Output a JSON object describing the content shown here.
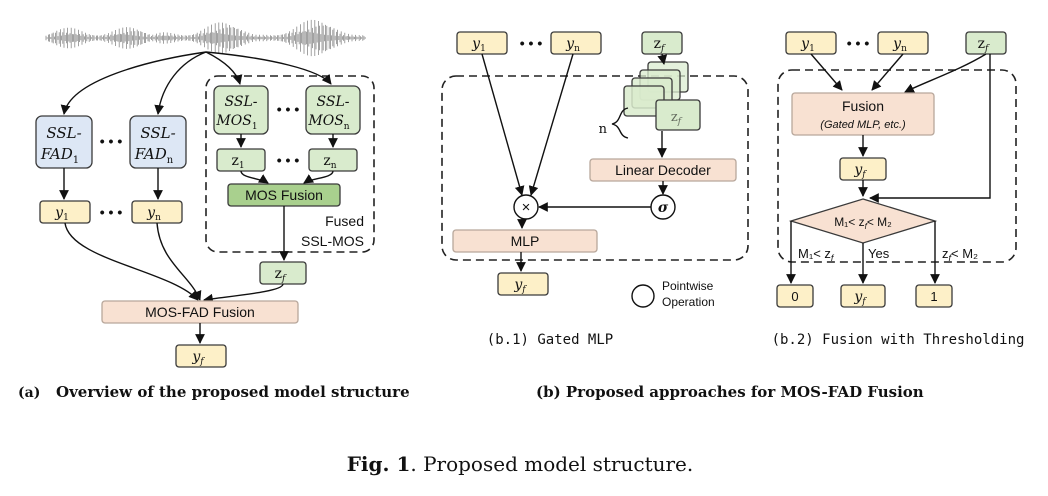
{
  "panel_a": {
    "ssl_fad_1": "SSL-",
    "ssl_fad_1b": "FAD",
    "ssl_fad_1_sub": "1",
    "ssl_fad_n": "SSL-",
    "ssl_fad_nb": "FAD",
    "ssl_fad_n_sub": "n",
    "ssl_mos_1": "SSL-",
    "ssl_mos_1b": "MOS",
    "ssl_mos_1_sub": "1",
    "ssl_mos_n": "SSL-",
    "ssl_mos_nb": "MOS",
    "ssl_mos_n_sub": "n",
    "z1": "z",
    "z1_sub": "1",
    "zn": "z",
    "zn_sub": "n",
    "mos_fusion": "MOS Fusion",
    "fused_1": "Fused",
    "fused_2": "SSL-MOS",
    "y1": "y",
    "y1_sub": "1",
    "yn": "y",
    "yn_sub": "n",
    "zf": "z",
    "zf_sub": "f",
    "mos_fad_fusion": "MOS-FAD Fusion",
    "yf": "y",
    "yf_sub": "f",
    "dots": "• • •"
  },
  "panel_b1": {
    "y1": "y",
    "y1_sub": "1",
    "yn": "y",
    "yn_sub": "n",
    "zf": "z",
    "zf_sub": "f",
    "n_label": "n",
    "linear_decoder": "Linear Decoder",
    "times": "×",
    "sigma": "σ",
    "mlp": "MLP",
    "yf": "y",
    "yf_sub": "f",
    "legend_1": "Pointwise",
    "legend_2": "Operation",
    "dots": "• • •"
  },
  "panel_b2": {
    "y1": "y",
    "y1_sub": "1",
    "yn": "y",
    "yn_sub": "n",
    "zf": "z",
    "zf_sub": "f",
    "fusion": "Fusion",
    "fusion_sub": "(Gated MLP, etc.)",
    "yf_mid": "y",
    "yf_mid_sub": "f",
    "cond": "M₁< z",
    "cond_sub": "f",
    "cond_tail": "< M₂",
    "left_cond": "M₁< z",
    "left_cond_sub": "f",
    "yes": "Yes",
    "right_cond": "z",
    "right_cond_sub": "f",
    "right_cond_tail": "< M₂",
    "out0": "0",
    "out_yf": "y",
    "out_yf_sub": "f",
    "out1": "1",
    "dots": "• • •"
  },
  "captions": {
    "b1": "(b.1) Gated MLP",
    "b2": "(b.2) Fusion with Thresholding",
    "a_tag": "(a)",
    "a_text": "Overview of the proposed model structure",
    "b_text": "(b) Proposed approaches for MOS-FAD Fusion",
    "fig_bold": "Fig. 1",
    "fig_text": ". Proposed model structure."
  }
}
